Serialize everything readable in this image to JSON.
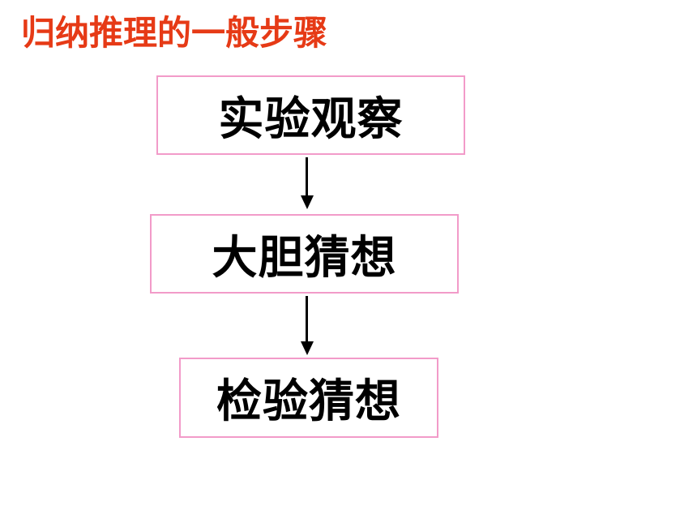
{
  "title": "归纳推理的一般步骤",
  "steps": [
    {
      "label": "实验观察"
    },
    {
      "label": "大胆猜想"
    },
    {
      "label": "检验猜想"
    }
  ],
  "colors": {
    "title": "#e63a16",
    "box_border": "#f29bc9",
    "arrow": "#000000",
    "text": "#000000"
  }
}
